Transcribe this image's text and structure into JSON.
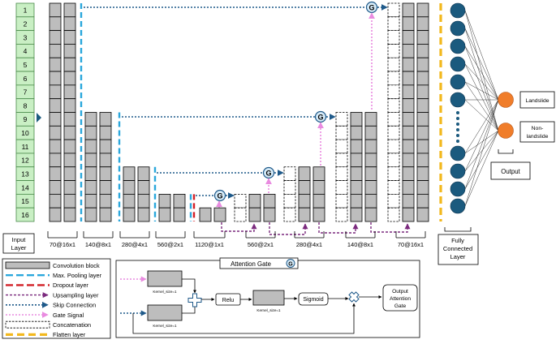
{
  "input": {
    "cells": [
      "1",
      "2",
      "3",
      "4",
      "5",
      "6",
      "7",
      "8",
      "9",
      "10",
      "11",
      "12",
      "13",
      "14",
      "15",
      "16"
    ],
    "label_line1": "Input",
    "label_line2": "Layer"
  },
  "dimension_labels": [
    "70@16x1",
    "140@8x1",
    "280@4x1",
    "560@2x1",
    "1120@1x1",
    "560@2x1",
    "280@4x1",
    "140@8x1",
    "70@16x1"
  ],
  "gate_glyph": "G",
  "fc": {
    "label_line1": "Fully",
    "label_line2": "Connected",
    "label_line3": "Layer"
  },
  "outputs": {
    "landslide": "Landslide",
    "non_landslide_line1": "Non-",
    "non_landslide_line2": "landslide",
    "output_label": "Output"
  },
  "legend": [
    {
      "label": "Convolution block",
      "symbol": "conv"
    },
    {
      "label": "Max. Pooling layer",
      "symbol": "pool"
    },
    {
      "label": "Dropout layer",
      "symbol": "dropout"
    },
    {
      "label": "Upsampling layer",
      "symbol": "upsample"
    },
    {
      "label": "Skip Connection",
      "symbol": "skip"
    },
    {
      "label": "Gate Signal",
      "symbol": "gate"
    },
    {
      "label": "Concatenation",
      "symbol": "concat"
    },
    {
      "label": "Flatten layer",
      "symbol": "flatten"
    }
  ],
  "attention_gate": {
    "title": "Attention Gate",
    "top_box_label": "Kernel_size=1",
    "bottom_box_label": "Kernel_size=1",
    "middle_box_label": "Kernel_size=1",
    "relu": "Relu",
    "sigmoid": "Sigmoid",
    "output_line1": "Output",
    "output_line2": "Attention",
    "output_line3": "Gate"
  },
  "colors": {
    "input_fill": "#c9efc4",
    "input_stroke": "#4a8a4a",
    "conv_fill": "#bdbdbd",
    "pool": "#2aa7dc",
    "dropout": "#d21f26",
    "upsample": "#7b2a7e",
    "skip": "#1f5a8a",
    "gate": "#e98be0",
    "flatten": "#f2b81d",
    "neuron_fill": "#1b5a7e",
    "output_fill": "#f07d2a",
    "arrow": "#1b5a7e",
    "gate_circle_fill": "#d6ebf8"
  }
}
